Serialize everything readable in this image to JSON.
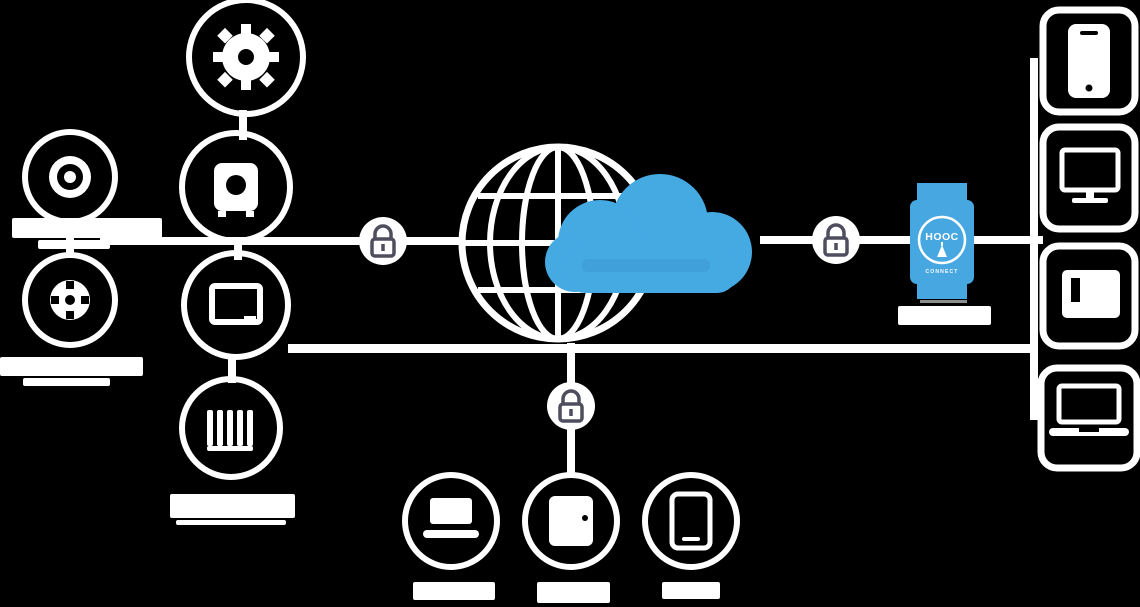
{
  "meta": {
    "description": "Network architecture diagram: building installation devices connect through a secured link to the internet/HOOC cloud, then to a HOOC Connect gateway and to service-technician devices.",
    "background_color": "#000000",
    "foreground_color": "#ffffff"
  },
  "colors": {
    "cloud_blue": "#45a9e2",
    "cloud_wordmark_blue": "#3d9bd4",
    "device_blue": "#47a7e0",
    "lock_glyph": "#4e4e5e",
    "device_shadow_gray": "#8e8e8e",
    "line_white": "#ffffff"
  },
  "device": {
    "brand": "HOOC",
    "model": "CONNECT"
  },
  "left_cluster": {
    "nodes": [
      {
        "id": "plant-node-1",
        "icon": "gear-icon"
      },
      {
        "id": "plant-node-2",
        "icon": "camera-lens-icon"
      },
      {
        "id": "plant-node-3",
        "icon": "boiler-icon"
      },
      {
        "id": "plant-node-4",
        "icon": "valve-wheel-icon"
      },
      {
        "id": "plant-node-5",
        "icon": "controller-display-icon"
      },
      {
        "id": "plant-node-6",
        "icon": "radiator-icon"
      }
    ]
  },
  "center": {
    "globe_icon": "internet-globe-icon",
    "cloud_icon": "hooc-cloud-icon"
  },
  "locks": [
    {
      "id": "lock-left",
      "icon": "padlock-icon"
    },
    {
      "id": "lock-right",
      "icon": "padlock-icon"
    },
    {
      "id": "lock-bottom",
      "icon": "padlock-icon"
    }
  ],
  "bottom_cluster": {
    "nodes": [
      {
        "id": "technician-node-1",
        "icon": "laptop-icon"
      },
      {
        "id": "technician-node-2",
        "icon": "tablet-icon"
      },
      {
        "id": "technician-node-3",
        "icon": "smartphone-icon"
      }
    ]
  },
  "right_column": {
    "tiles": [
      {
        "id": "access-tile-1",
        "icon": "smartphone-icon"
      },
      {
        "id": "access-tile-2",
        "icon": "desktop-monitor-icon"
      },
      {
        "id": "access-tile-3",
        "icon": "tablet-icon"
      },
      {
        "id": "access-tile-4",
        "icon": "laptop-icon"
      }
    ]
  },
  "labels": [
    {
      "id": "label-plant-upper",
      "text": "",
      "illegible": true
    },
    {
      "id": "label-plant-lower",
      "text": "",
      "illegible": true
    },
    {
      "id": "label-radiator",
      "text": "",
      "illegible": true
    },
    {
      "id": "label-gateway",
      "text": "",
      "illegible": true
    },
    {
      "id": "label-technician-1",
      "text": "",
      "illegible": true
    },
    {
      "id": "label-technician-2",
      "text": "",
      "illegible": true
    },
    {
      "id": "label-technician-3",
      "text": "",
      "illegible": true
    }
  ]
}
